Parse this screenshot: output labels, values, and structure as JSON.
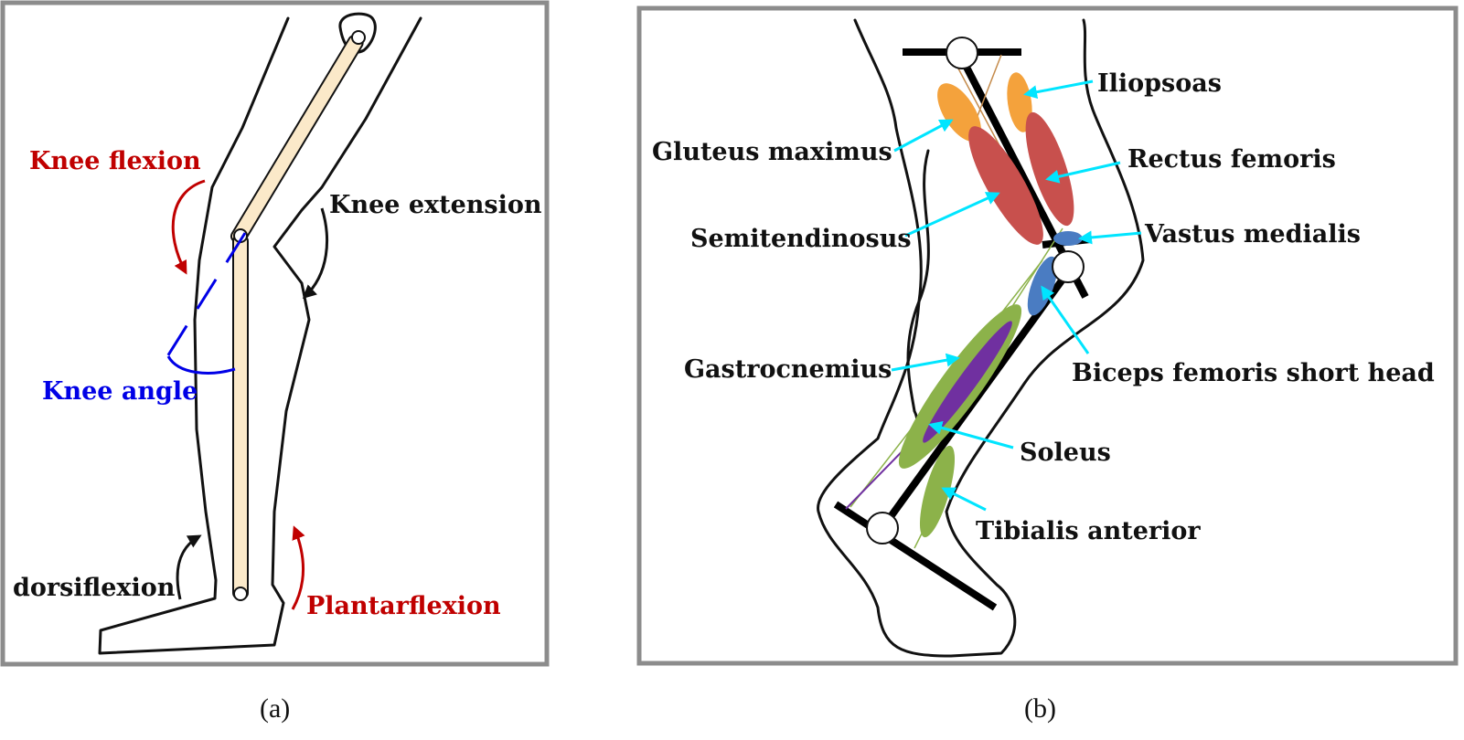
{
  "panel_a": {
    "caption": "(a)",
    "labels": {
      "knee_flexion": "Knee flexion",
      "knee_extension": "Knee extension",
      "knee_angle": "Knee angle",
      "dorsiflexion": "dorsiflexion",
      "plantarflexion": "Plantarflexion"
    }
  },
  "panel_b": {
    "caption": "(b)",
    "muscles": {
      "iliopsoas": "Iliopsoas",
      "gluteus_maximus": "Gluteus maximus",
      "rectus_femoris": "Rectus femoris",
      "semitendinosus": "Semitendinosus",
      "vastus_medialis": "Vastus medialis",
      "gastrocnemius": "Gastrocnemius",
      "biceps_femoris_short_head": "Biceps femoris short head",
      "soleus": "Soleus",
      "tibialis_anterior": "Tibialis anterior"
    }
  },
  "colors": {
    "panel_border": "#8c8c8c",
    "flexion_red": "#c00000",
    "angle_blue": "#0000e6",
    "pointer_cyan": "#00e5ff",
    "bone_fill": "#fbe9c9",
    "orange_muscle": "#f4a23c",
    "red_muscle": "#c8504d",
    "blue_muscle": "#4a7cc2",
    "green_muscle": "#8cb24a",
    "purple_muscle": "#7030a0"
  }
}
